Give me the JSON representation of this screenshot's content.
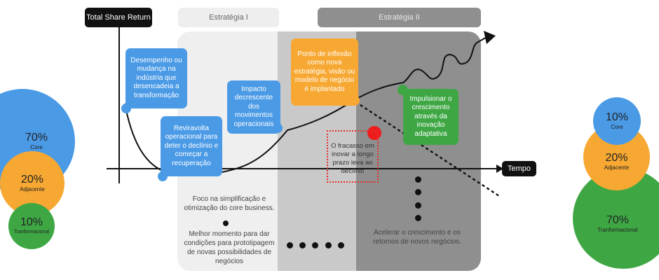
{
  "axes": {
    "y_label": "Total Share Return",
    "x_label": "Tempo"
  },
  "phases": [
    {
      "label": "Estratégia I"
    },
    {
      "label": "Estratégia II"
    }
  ],
  "callouts": [
    {
      "text": "Desempenho ou mudança na indústria que desencadeia a transformação",
      "color": "blue"
    },
    {
      "text": "Reviravolta operacional para deter o declínio e começar a recuperação",
      "color": "blue"
    },
    {
      "text": "Impacto decrescente dos movimentos operacionais",
      "color": "blue"
    },
    {
      "text": "Ponto de inflexão como nova estratégia, visão ou modelo de negócio é implantado",
      "color": "orange"
    },
    {
      "text": "Impulsionar o crescimento através da inovação adaptativa",
      "color": "green"
    }
  ],
  "notes": {
    "simplification": "Foco na simplificação e otimização do core business.",
    "prototyping": "Melhor momento para dar condições para prototipagem de novas possibilidades de negócios",
    "acceleration": "Acelerar o crescimento e os retornos de novos negócios.",
    "failure": "O fracasso em inovar a longo prazo leva ao declínio"
  },
  "left_mix": [
    {
      "percent": "70%",
      "label": "Core"
    },
    {
      "percent": "20%",
      "label": "Adjacente"
    },
    {
      "percent": "10%",
      "label": "Tranformacional"
    }
  ],
  "right_mix": [
    {
      "percent": "10%",
      "label": "Core"
    },
    {
      "percent": "20%",
      "label": "Adjacente"
    },
    {
      "percent": "70%",
      "label": "Tranformacional"
    }
  ],
  "colors": {
    "blue": "#4a9ae6",
    "orange": "#f7a832",
    "green": "#3ea744",
    "failure_red": "#e53030"
  }
}
